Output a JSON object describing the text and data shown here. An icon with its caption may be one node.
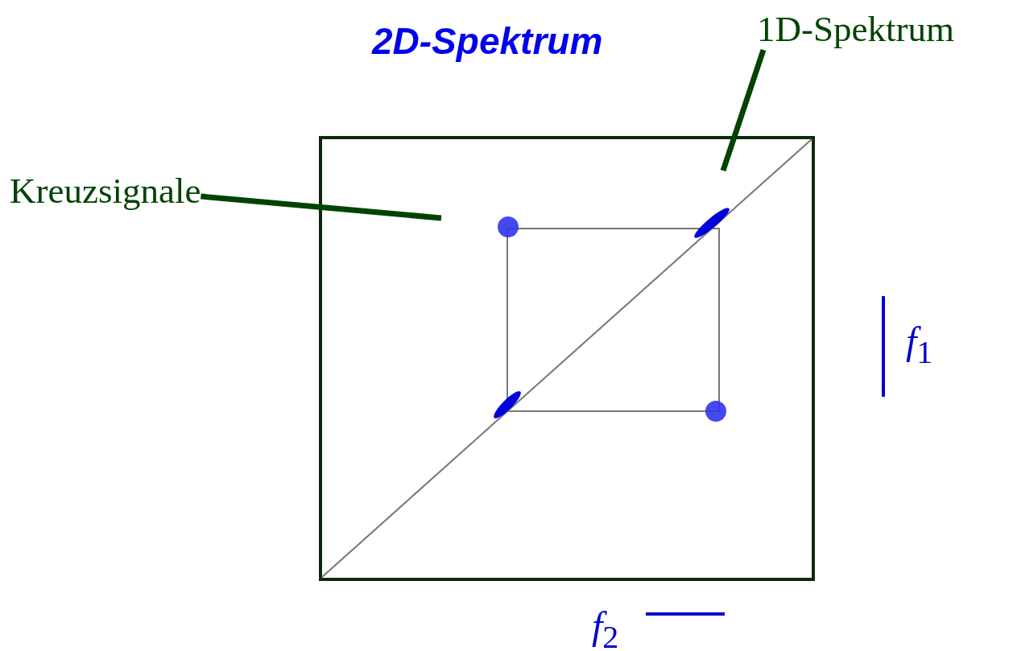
{
  "diagram": {
    "title": "2D-Spektrum",
    "nodes": [
      {
        "text": [
          "Kreuzsignale"
        ]
      },
      {
        "text": [
          "1D-Spektrum"
        ]
      }
    ],
    "edges": [
      {
        "from": 0,
        "to": null,
        "arrow": "none"
      },
      {
        "from": 1,
        "to": null,
        "arrow": "none"
      }
    ],
    "labels": [
      "*f*$_{1}$",
      "*f*$_{2}$"
    ]
  }
}
